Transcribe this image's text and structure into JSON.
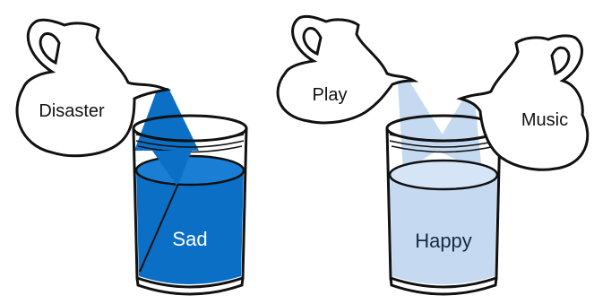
{
  "scenes": [
    {
      "name": "sad-scene",
      "pitchers": [
        {
          "label": "Disaster"
        }
      ],
      "glass": {
        "label": "Sad"
      }
    },
    {
      "name": "happy-scene",
      "pitchers": [
        {
          "label": "Play"
        },
        {
          "label": "Music"
        }
      ],
      "glass": {
        "label": "Happy"
      }
    }
  ],
  "colors": {
    "sad_liquid": "#0b6fc6",
    "sad_liquid_top": "#1a7fd4",
    "happy_liquid": "#c5d9f0",
    "happy_liquid_top": "#d6e5f6",
    "outline": "#111111"
  }
}
